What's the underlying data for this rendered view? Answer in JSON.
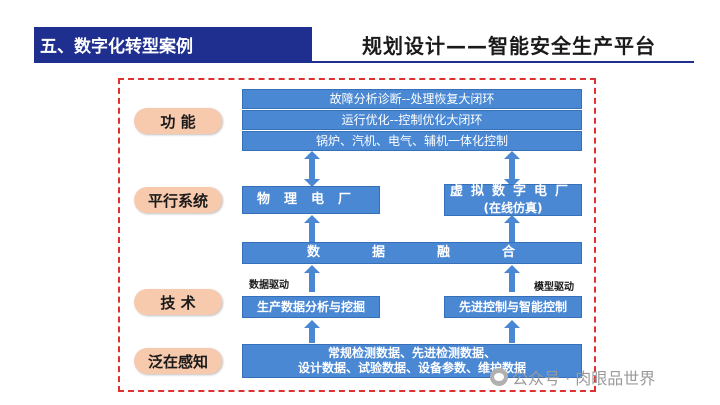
{
  "header": {
    "section_tag": "五、数字化转型案例",
    "title": "规划设计——智能安全生产平台"
  },
  "rows": {
    "function": {
      "label": "功 能",
      "boxes": [
        "故障分析诊断--处理恢复大闭环",
        "运行优化--控制优化大闭环",
        "锅炉、汽机、电气、辅机一体化控制"
      ]
    },
    "parallel": {
      "label": "平行系统",
      "physical": "物理电厂",
      "virtual_line1": "虚拟数字电厂",
      "virtual_line2": "(在线仿真)"
    },
    "fusion": {
      "box": "数据融合"
    },
    "tech": {
      "label": "技 术",
      "left_driver": "数据驱动",
      "right_driver": "模型驱动",
      "left_box": "生产数据分析与挖掘",
      "right_box": "先进控制与智能控制"
    },
    "sensing": {
      "label": "泛在感知",
      "line1": "常规检测数据、先进检测数据、",
      "line2": "设计数据、试验数据、设备参数、维护数据"
    }
  },
  "watermark": "公众号 · 肉眼品世界",
  "colors": {
    "box_blue": "#4a88d4",
    "pill_peach": "#f7c9ad",
    "frame_red": "#e03030",
    "header_navy": "#1f2f8f"
  }
}
